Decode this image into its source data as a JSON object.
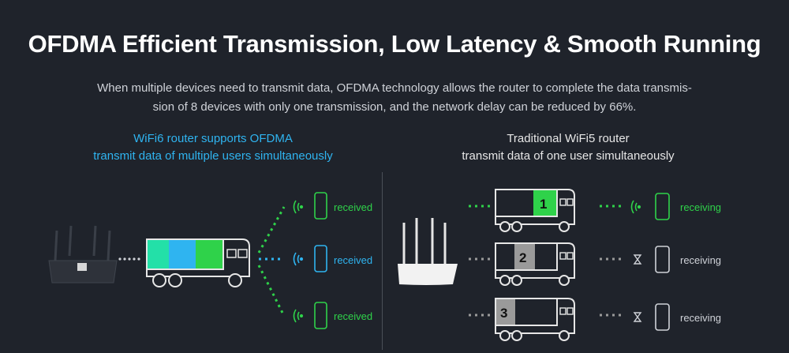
{
  "title": "OFDMA Efficient Transmission, Low Latency & Smooth Running",
  "subtitle": "When multiple devices need to transmit data, OFDMA technology allows the router to complete the data transmis-sion of 8 devices with only one transmission, and the network delay can be reduced by 66%.",
  "left": {
    "heading_line1": "WiFi6 router supports OFDMA",
    "heading_line2": "transmit data of multiple users simultaneously",
    "devices": [
      {
        "status": "received",
        "color": "#2fd24a"
      },
      {
        "status": "received",
        "color": "#2fb4f0"
      },
      {
        "status": "received",
        "color": "#2fd24a"
      }
    ]
  },
  "right": {
    "heading_line1": "Traditional WiFi5 router",
    "heading_line2": "transmit data of one user simultaneously",
    "trucks": [
      {
        "number": "1",
        "status": "receiving",
        "active": true
      },
      {
        "number": "2",
        "status": "receiving",
        "active": false
      },
      {
        "number": "3",
        "status": "receiving",
        "active": false
      }
    ]
  },
  "colors": {
    "green": "#2fd24a",
    "blue": "#2fb4f0",
    "teal": "#23e0a8",
    "grey": "#9a9a9a",
    "background": "#1f232b"
  }
}
